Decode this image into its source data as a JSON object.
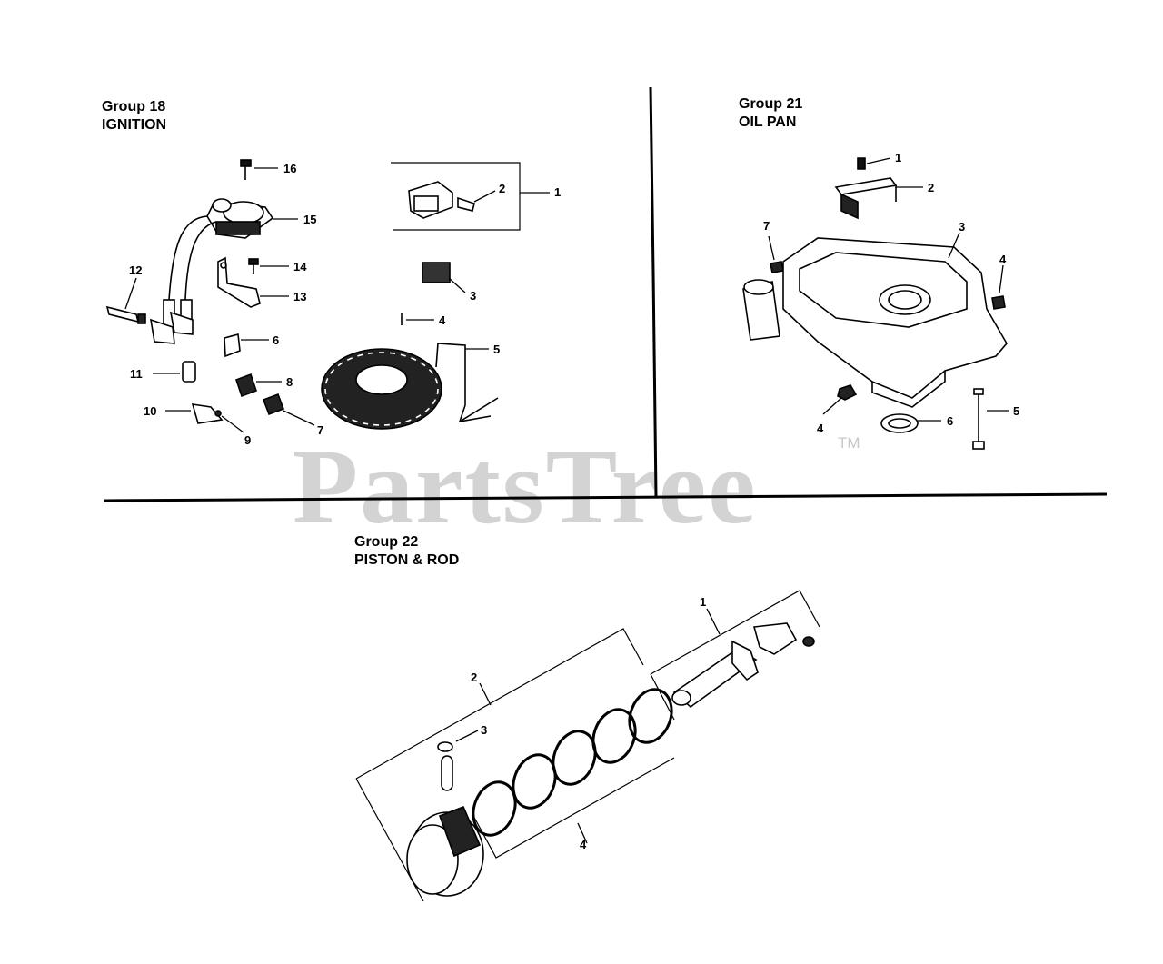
{
  "watermark": {
    "text": "PartsTree",
    "trademark": "TM"
  },
  "groups": [
    {
      "title": "Group 18",
      "subtitle": "IGNITION",
      "callouts": [
        "1",
        "2",
        "3",
        "4",
        "5",
        "6",
        "7",
        "8",
        "9",
        "10",
        "11",
        "12",
        "13",
        "14",
        "15",
        "16"
      ]
    },
    {
      "title": "Group 21",
      "subtitle": "OIL PAN",
      "callouts": [
        "1",
        "2",
        "3",
        "4",
        "4",
        "5",
        "6",
        "7"
      ]
    },
    {
      "title": "Group 22",
      "subtitle": "PISTON & ROD",
      "callouts": [
        "1",
        "2",
        "3",
        "4"
      ]
    }
  ]
}
